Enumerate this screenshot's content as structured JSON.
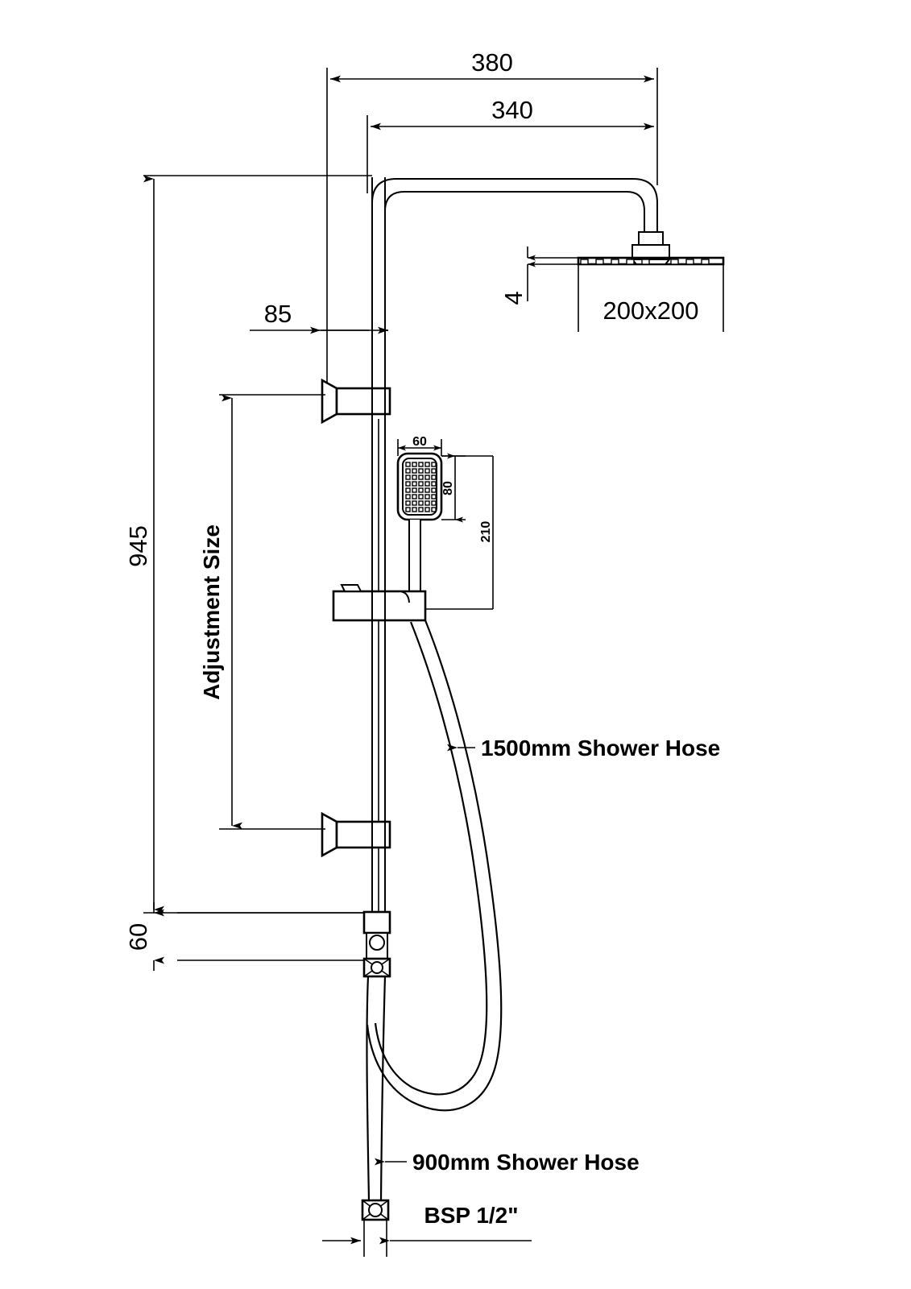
{
  "drawing": {
    "title": "Shower Column Technical Drawing",
    "units": "mm",
    "line_color": "#000000",
    "background_color": "#ffffff"
  },
  "dimensions": {
    "overall_reach": "380",
    "arm_reach": "340",
    "wall_offset": "85",
    "riser_height": "945",
    "valve_height": "60",
    "head_thickness": "4",
    "head_size": "200x200",
    "handset_width": "60",
    "handset_face_height": "80",
    "handset_length": "210"
  },
  "labels": {
    "adjustment_size": "Adjustment Size",
    "upper_hose": "1500mm Shower Hose",
    "lower_hose": "900mm Shower Hose",
    "inlet_thread": "BSP 1/2\""
  },
  "components": {
    "overhead_shower": "overhead-shower-head",
    "shower_arm": "curved-shower-arm",
    "riser_rail": "riser-rail",
    "upper_bracket": "upper-wall-bracket",
    "lower_bracket": "lower-wall-bracket",
    "slider_bracket": "adjustable-slider-bracket",
    "handset": "hand-shower-handset",
    "diverter": "diverter-valve-body",
    "inlet_fitting": "bsp-inlet-fitting"
  }
}
